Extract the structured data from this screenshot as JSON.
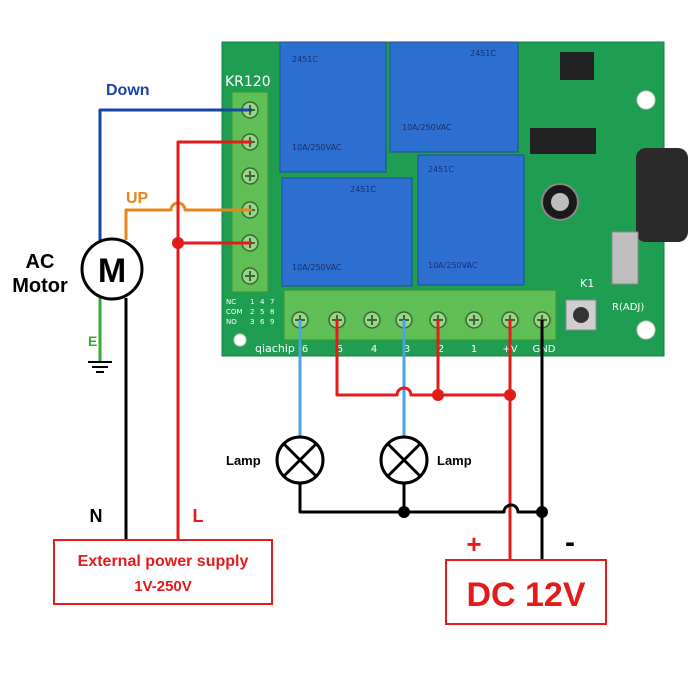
{
  "module": {
    "model_text": "KR120",
    "brand_text": "qiachip",
    "label_k1": "K1",
    "label_adj": "R(ADJ)",
    "terminal_labels": [
      "NC",
      "COM",
      "NO"
    ],
    "terminal_numbers": [
      [
        "1",
        "4",
        "7"
      ],
      [
        "2",
        "5",
        "8"
      ],
      [
        "3",
        "6",
        "9"
      ]
    ],
    "bottom_pin_labels": [
      "6",
      "5",
      "4",
      "3",
      "2",
      "1",
      "+V",
      "GND"
    ],
    "relay_marks": [
      "2451C",
      "2451C",
      "2451C",
      "2451C"
    ],
    "relay_spec": "10A/250VAC"
  },
  "motor": {
    "symbol": "M",
    "title_line1": "AC",
    "title_line2": "Motor",
    "ground_label": "E"
  },
  "wires": {
    "down_label": "Down",
    "up_label": "UP",
    "neutral_label": "N",
    "line_label": "L",
    "plus_label": "+",
    "minus_label": "-"
  },
  "lamps": {
    "left_label": "Lamp",
    "right_label": "Lamp"
  },
  "external_supply": {
    "line1": "External power supply",
    "line2": "1V-250V"
  },
  "dc_supply": {
    "label": "DC 12V"
  },
  "colors": {
    "pcb_green": "#1f9e52",
    "relay_blue": "#2d6fd0",
    "terminal_green": "#5fbf55",
    "down_wire": "#1a44a8",
    "up_wire": "#e8861c",
    "red_wire": "#e31b1b",
    "lamp_wire": "#4aa3df",
    "ground_wire": "#3aa935",
    "black_wire": "#000000"
  }
}
